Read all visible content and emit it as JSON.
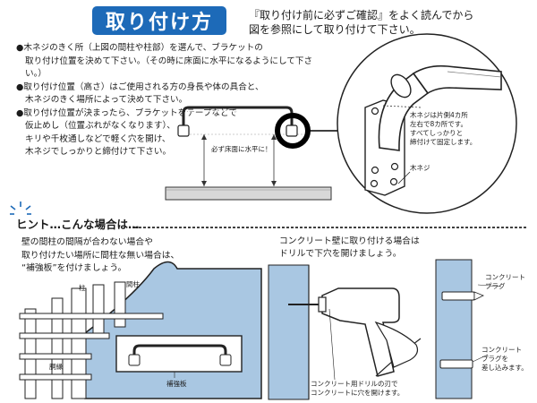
{
  "header": {
    "title": "取り付け方",
    "intro_line1": "『取り付け前に必ずご確認』をよく読んでから",
    "intro_line2": "図を参照にして取り付けて下さい。"
  },
  "instructions": [
    {
      "line1": "木ネジのきく所（上図の間柱や柱部）を選んで、ブラケットの",
      "line2": "取り付け位置を決めて下さい。（その時に床面に水平になるようにして下さい。）"
    },
    {
      "line1": "取り付け位置（高さ）はご使用される方の身長や体の具合と、",
      "line2": "木ネジのきく場所によって決めて下さい。"
    },
    {
      "line1": "取り付け位置が決まったら、ブラケットをテープなどで",
      "line2": "仮止めし（位置ぶれがなくなります）、",
      "line3": "キリや千枚通しなどで軽く穴を開け、",
      "line4": "木ネジでしっかりと締付けて下さい。"
    }
  ],
  "bullet_mark": "●",
  "labels": {
    "level_note": "必ず床面に水平に！",
    "detail_note_line1": "木ネジは片側4カ所",
    "detail_note_line2": "左右で8カ所です。",
    "detail_note_line3": "すべてしっかりと",
    "detail_note_line4": "締付けて固定します。",
    "wood_screw": "木ネジ"
  },
  "hint": {
    "title": "ヒント…こんな場合は…",
    "line1": "壁の間柱の間隔が合わない場合や",
    "line2": "取り付けたい場所に間柱な無い場合は、",
    "line3": "“補強板”を付けましょう。",
    "post": "柱",
    "stud": "間柱",
    "sill": "胴縁",
    "reinforcement": "補強板"
  },
  "concrete": {
    "line1": "コンクリート壁に取り付ける場合は",
    "line2": "ドリルで下穴を開けましょう。",
    "drill_caption_line1": "コンクリート用ドリルの刃で",
    "drill_caption_line2": "コンクリートに穴を開けます。",
    "plug_label_line1": "コンクリート",
    "plug_label_line2": "プラグ",
    "insert_label_line1": "コンクリート",
    "insert_label_line2": "プラグを",
    "insert_label_line3": "差し込みます。"
  },
  "colors": {
    "title_bg": "#1d6ab8",
    "wall_blue": "#a9c7e2",
    "ink": "#1c1c1c"
  }
}
